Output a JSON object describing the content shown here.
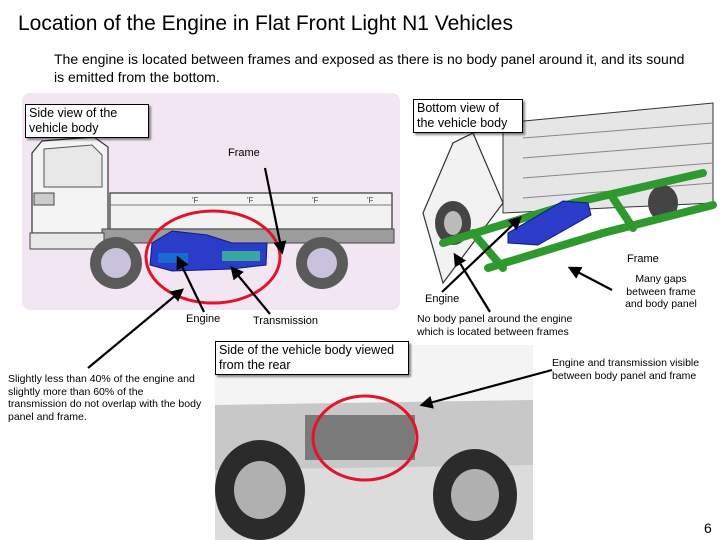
{
  "slide": {
    "title": "Location of the Engine in Flat Front Light N1 Vehicles",
    "subtitle": "The engine is located between frames and exposed as there is no body panel around it, and its sound is emitted from the bottom.",
    "page_number": "6"
  },
  "labels": {
    "side_view": "Side view of the vehicle body",
    "bottom_view": "Bottom view of the vehicle body",
    "frame_center": "Frame",
    "frame_right": "Frame",
    "engine_left": "Engine",
    "transmission": "Transmission",
    "engine_bottom": "Engine",
    "gaps": "Many gaps between frame and body panel",
    "no_body_panel": "No body panel around the engine which is located between frames",
    "rear_view": "Side of the vehicle body viewed from the rear",
    "percent_note": "Slightly less than 40% of the engine and slightly more than 60% of the transmission do not overlap with the body panel and frame.",
    "visible_note": "Engine and transmission visible between body panel and frame"
  },
  "colors": {
    "side_view_bg": "#f3e6f3",
    "highlight_red": "#e0142a",
    "frame_green": "#2e9a2e",
    "engine_blue": "#2a3cc8"
  }
}
